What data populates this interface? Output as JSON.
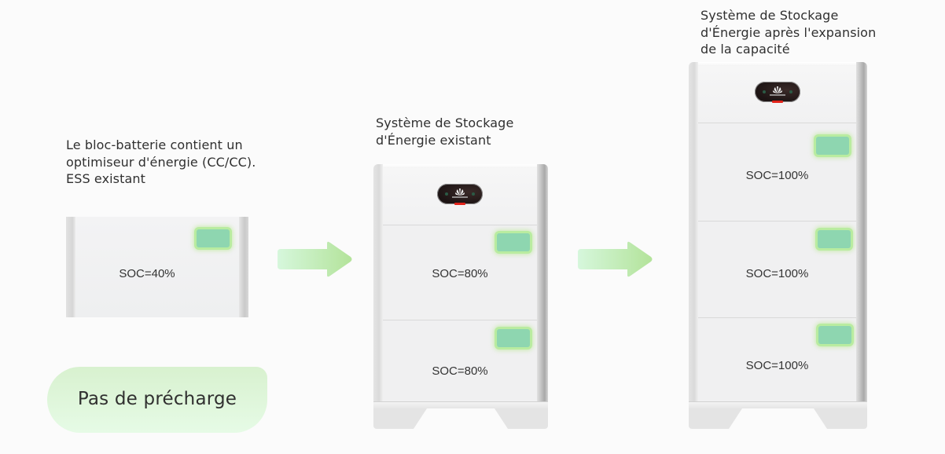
{
  "left_section": {
    "caption_lines": [
      "Le bloc-batterie contient un",
      "optimiseur d'énergie (CC/CC).",
      "ESS existant"
    ],
    "module": {
      "soc_label": "SOC=40%"
    }
  },
  "middle_section": {
    "caption_lines": [
      "Système de Stockage",
      "d'Énergie existant"
    ],
    "modules": [
      {
        "soc_label": "SOC=80%"
      },
      {
        "soc_label": "SOC=80%"
      }
    ]
  },
  "right_section": {
    "caption_lines": [
      "Système de Stockage",
      "d'Énergie après l'expansion",
      "de la capacité"
    ],
    "modules": [
      {
        "soc_label": "SOC=100%"
      },
      {
        "soc_label": "SOC=100%"
      },
      {
        "soc_label": "SOC=100%"
      }
    ]
  },
  "badge": {
    "label": "Pas de précharge"
  },
  "colors": {
    "led_fill": "#8ed6b0",
    "led_glow": "#b9eca0",
    "arrow_start": "#d6f7dc",
    "arrow_end": "#b3e39a",
    "badge_start": "#d8f1cf",
    "badge_end": "#e6fbe6",
    "indicator_red": "#e2231a"
  }
}
